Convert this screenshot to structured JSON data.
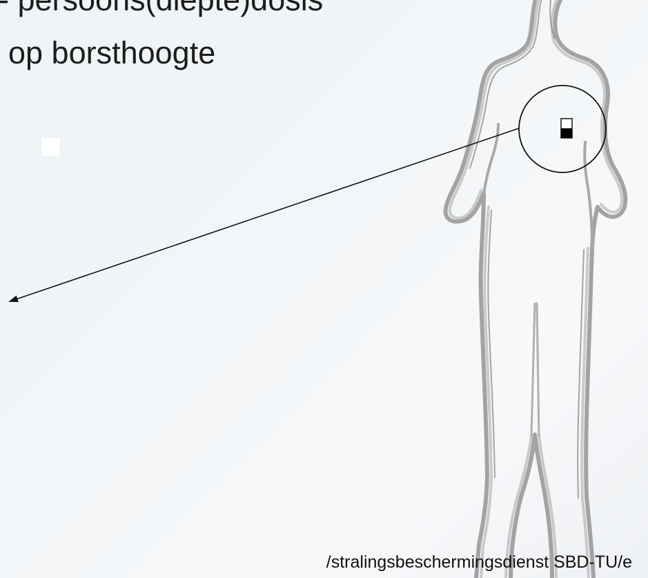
{
  "slide": {
    "heading_line_1": "- persoons(diepte)dosis",
    "heading_line_2": "op borsthoogte",
    "footer": "/stralingsbeschermingsdienst SBD-TU/e"
  },
  "figure": {
    "subject": "human-silhouette-outline",
    "badge": "dosimeter-icon",
    "pointer": "arrow"
  },
  "colors": {
    "background": "#f3f6f8",
    "text": "#1c1c1c",
    "silhouette_outline": "#9a9a9a",
    "arrow": "#111111"
  }
}
